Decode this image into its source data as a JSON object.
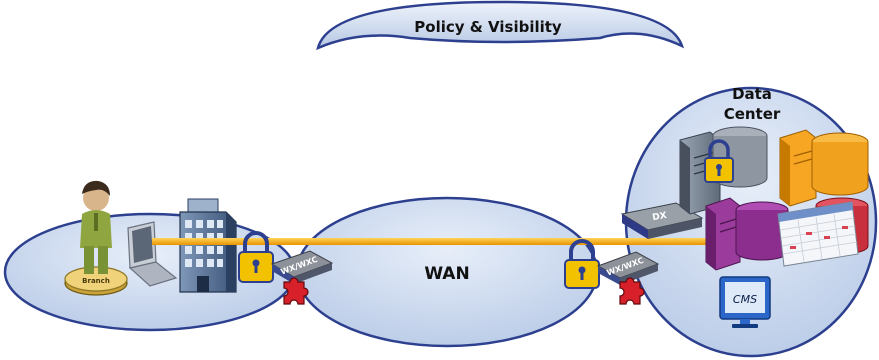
{
  "labels": {
    "policy_banner": "Policy & Visibility",
    "data_center_line1": "Data",
    "data_center_line2": "Center",
    "wan": "WAN",
    "branch": "Branch",
    "dx": "DX",
    "wx_left": "WX/WXC",
    "wx_right": "WX/WXC",
    "cms": "CMS"
  },
  "colors": {
    "cloud_fill": "#c8d8ef",
    "cloud_stroke": "#2d3f8f",
    "traffic_line": "#f4a300",
    "lock": "#f2c200",
    "puzzle": "#d8202a"
  },
  "icons": {
    "person": "user-icon",
    "laptop": "laptop-icon",
    "building": "office-building-icon",
    "lock": "padlock-icon",
    "appliance": "wan-accelerator-icon",
    "puzzle": "puzzle-piece-icon",
    "server": "server-icon",
    "database": "database-icon",
    "spreadsheet": "spreadsheet-icon",
    "monitor": "monitor-icon"
  }
}
